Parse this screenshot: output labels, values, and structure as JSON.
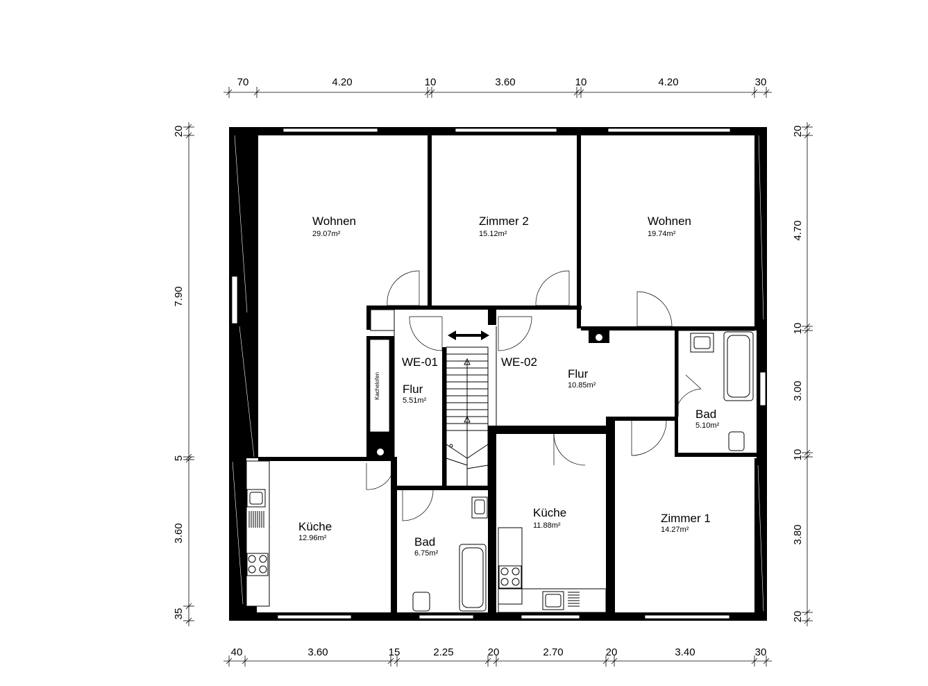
{
  "rooms": [
    {
      "name": "Wohnen",
      "area": "29.07m²"
    },
    {
      "name": "Zimmer 2",
      "area": "15.12m²"
    },
    {
      "name": "Wohnen",
      "area": "19.74m²"
    },
    {
      "name": "Flur",
      "area": "5.51m²"
    },
    {
      "name": "Flur",
      "area": "10.85m²"
    },
    {
      "name": "Bad",
      "area": "5.10m²"
    },
    {
      "name": "Küche",
      "area": "12.96m²"
    },
    {
      "name": "Bad",
      "area": "6.75m²"
    },
    {
      "name": "Küche",
      "area": "11.88m²"
    },
    {
      "name": "Zimmer 1",
      "area": "14.27m²"
    }
  ],
  "units": [
    "WE-01",
    "WE-02"
  ],
  "stove_label": "Kachelofen",
  "dims": {
    "top": [
      "70",
      "4.20",
      "10",
      "3.60",
      "10",
      "4.20",
      "30"
    ],
    "bottom": [
      "40",
      "3.60",
      "15",
      "2.25",
      "20",
      "2.70",
      "20",
      "3.40",
      "30"
    ],
    "left": [
      "20",
      "7.90",
      "5",
      "3.60",
      "35"
    ],
    "right": [
      "20",
      "4.70",
      "10",
      "3.00",
      "10",
      "3.80",
      "20"
    ]
  }
}
